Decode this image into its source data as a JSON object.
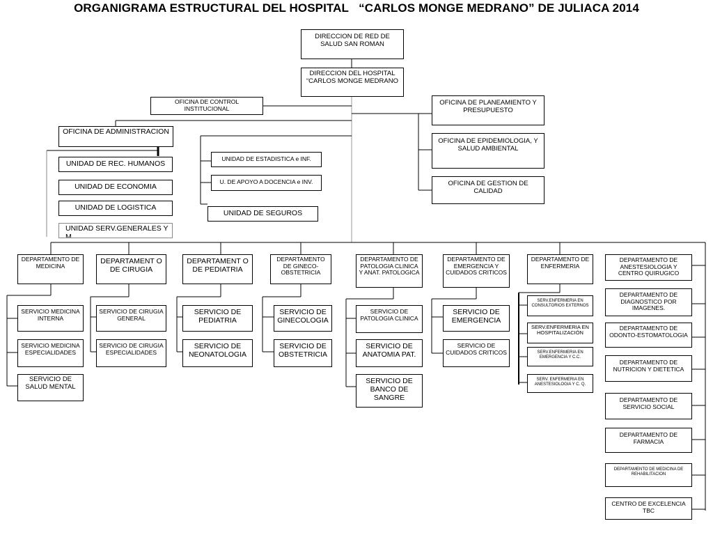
{
  "title": "ORGANIGRAMA ESTRUCTURAL DEL HOSPITAL   “CARLOS MONGE MEDRANO” DE JULIACA 2014",
  "nodes": {
    "red_salud": "DIRECCION  DE RED DE SALUD SAN ROMAN",
    "direccion_hospital": "DIRECCION   DEL HOSPITAL “CARLOS MONGE MEDRANO",
    "control_institucional": "OFICINA DE CONTROL INSTITUCIONAL",
    "planeamiento": "OFICINA DE PLANEAMIENTO Y PRESUPUESTO",
    "epidemiologia": "OFICINA DE EPIDEMIOLOGIA,  Y SALUD AMBIENTAL",
    "gestion_calidad": "OFICINA  DE GESTION DE CALIDAD",
    "administracion": "OFICINA DE ADMINISTRACION",
    "rec_humanos": "UNIDAD DE REC. HUMANOS",
    "economia": "UNIDAD DE ECONOMIA",
    "logistica": "UNIDAD DE LOGISTICA",
    "serv_generales": "UNIDAD SERV.GENERALES Y M.",
    "estadistica": "UNIDAD DE ESTADISTICA e INF.",
    "apoyo_docencia": "U. DE APOYO A DOCENCIA e INV.",
    "seguros": "UNIDAD DE SEGUROS",
    "dep_medicina": "DEPARTAMENTO DE MEDICINA",
    "dep_cirugia": "DEPARTAMENT O DE CIRUGIA",
    "dep_pediatria": "DEPARTAMENT O DE PEDIATRIA",
    "dep_gineco": "DEPARTAMENTO DE GINECO-OBSTETRICIA",
    "dep_patologia": "DEPARTAMENTO DE PATOLOGIA CLINICA Y ANAT. PATOLOGICA",
    "dep_emergencia": "DEPARTAMENTO DE EMERGENCIA Y CUIDADOS CRITICOS",
    "dep_enfermeria": "DEPARTAMENTO DE ENFERMERIA",
    "serv_med_interna": "SERVICIO MEDICINA INTERNA",
    "serv_med_especialidades": "SERVICIO MEDICINA ESPECIALIDADES",
    "serv_salud_mental": "SERVICIO DE SALUD MENTAL",
    "serv_cir_general": "SERVICIO DE CIRUGIA GENERAL",
    "serv_cir_especialidades": "SERVICIO DE CIRUGIA ESPECIALIDADES",
    "serv_pediatria": "SERVICIO DE PEDIATRIA",
    "serv_neonatologia": "SERVICIO DE NEONATOLOGIA",
    "serv_ginecologia": "SERVICIO DE GINECOLOGIA",
    "serv_obstetricia": "SERVICIO DE OBSTETRICIA",
    "serv_pat_clinica": "SERVICIO DE PATOLOGIA CLINICA",
    "serv_anat_pat": "SERVICIO DE ANATOMIA PAT.",
    "serv_banco_sangre": "SERVICIO DE BANCO DE SANGRE",
    "serv_emergencia": "SERVICIO DE EMERGENCIA",
    "serv_cuidados": "SERVICIO DE CUIDADOS CRITICOS",
    "enf_consultorios": "SERV.ENFERMERIA  EN CONSULTORIOS EXTERNOS",
    "enf_hospitalizacion": "SERV.ENFERMERIA EN HOSPITALIZACIÓN",
    "enf_emergencia": "SERV.ENFERMERIA  EN EMERGENCIA Y  C.C.",
    "enf_anestesiologia": "SERV. ENFERMERIA EN ANESTESIOLOGIA Y C. Q.",
    "dep_anestesiologia": "DEPARTAMENTO DE ANESTESIOLOGIA Y CENTRO QUIRUGICO",
    "dep_diagnostico": "DEPARTAMENTO DE DIAGNOSTICO POR IMAGENES.",
    "dep_odonto": "DEPARTAMENTO DE ODONTO-ESTOMATOLOGIA",
    "dep_nutricion": "DEPARTAMENTO DE NUTRICION Y DIETETICA",
    "dep_servicio_social": "DEPARTAMENTO DE SERVICIO SOCIAL",
    "dep_farmacia": "DEPARTAMENTO DE FARMACIA",
    "dep_rehabilitacion": "DEPARTAMENTO DE MEDICINA DE REHABILITACION",
    "centro_tbc": "CENTRO DE EXCELENCIA TBC"
  }
}
